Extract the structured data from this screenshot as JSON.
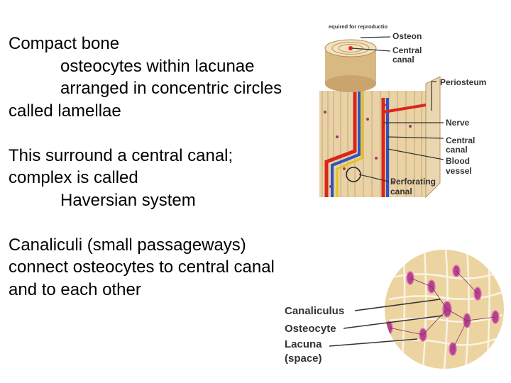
{
  "text": {
    "lines": [
      "Compact bone",
      "osteocytes within lacunae",
      "arranged in concentric circles",
      "called lamellae",
      "This surround a central canal;",
      "complex is called",
      "Haversian system",
      "Canaliculi (small passageways)",
      "connect osteocytes to central canal",
      "and to each other"
    ]
  },
  "figure_top": {
    "caption_fragment": "equired for reproductio",
    "labels": {
      "osteon": "Osteon",
      "central_canal_1": "Central",
      "central_canal_1b": "canal",
      "periosteum": "Periosteum",
      "nerve": "Nerve",
      "central_canal_2": "Central",
      "central_canal_2b": "canal",
      "blood_vessel": "Blood",
      "blood_vessel_b": "vessel",
      "perforating_canal": "Perforating",
      "perforating_canal_b": "canal"
    }
  },
  "figure_bottom": {
    "labels": {
      "canaliculus": "Canaliculus",
      "osteocyte": "Osteocyte",
      "lacuna": "Lacuna",
      "lacuna_b": "(space)"
    }
  }
}
